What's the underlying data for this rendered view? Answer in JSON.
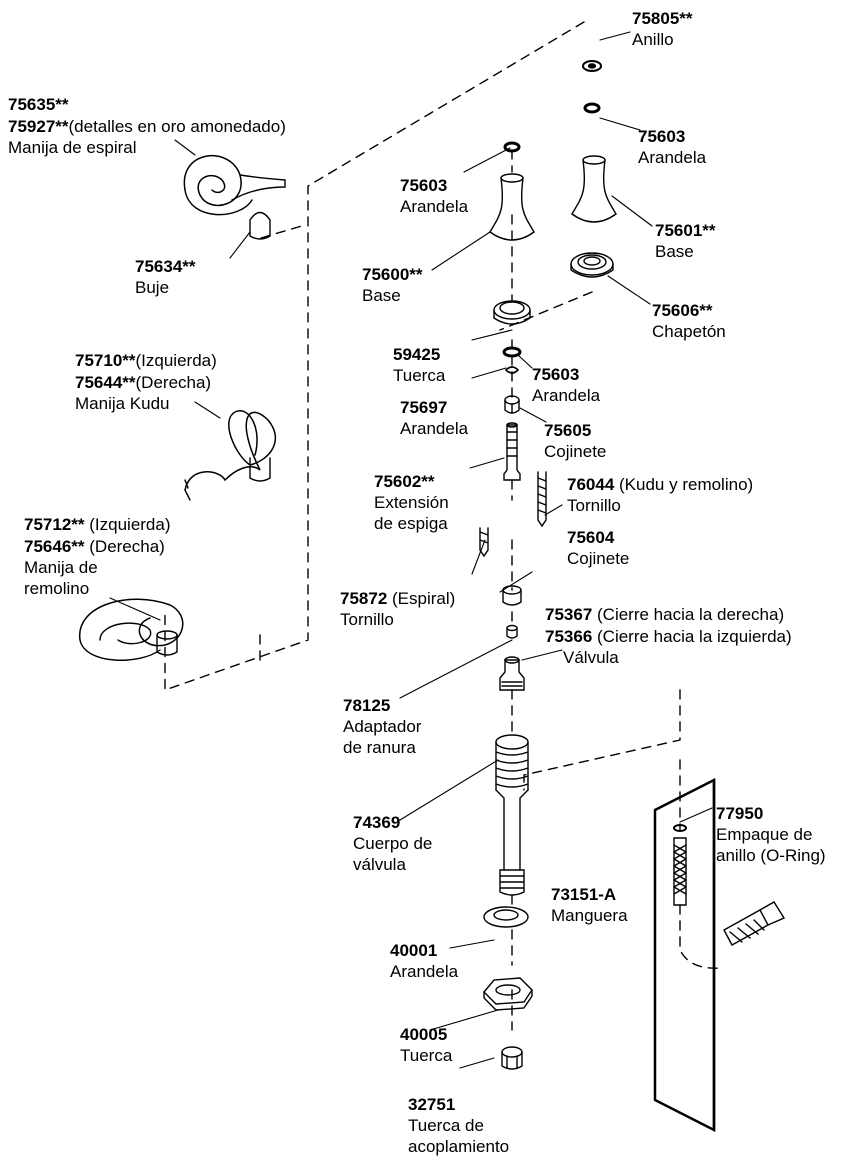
{
  "parts": [
    {
      "id": "p75805",
      "number": "75805**",
      "lines": [
        "Anillo"
      ]
    },
    {
      "id": "p75603a",
      "number": "75603",
      "lines": [
        "Arandela"
      ]
    },
    {
      "id": "p75603b",
      "number": "75603",
      "lines": [
        "Arandela"
      ]
    },
    {
      "id": "p75601",
      "number": "75601**",
      "lines": [
        "Base"
      ]
    },
    {
      "id": "p75600",
      "number": "75600**",
      "lines": [
        "Base"
      ]
    },
    {
      "id": "p75606",
      "number": "75606**",
      "lines": [
        "Chapetón"
      ]
    },
    {
      "id": "p59425",
      "number": "59425",
      "lines": [
        "Tuerca"
      ]
    },
    {
      "id": "p75603c",
      "number": "75603",
      "lines": [
        "Arandela"
      ]
    },
    {
      "id": "p75697",
      "number": "75697",
      "lines": [
        "Arandela"
      ]
    },
    {
      "id": "p75605",
      "number": "75605",
      "lines": [
        "Cojinete"
      ]
    },
    {
      "id": "p75602",
      "number": "75602**",
      "lines": [
        "Extensión",
        "de espiga"
      ]
    },
    {
      "id": "p76044",
      "number": "76044",
      "suffix": "(Kudu y remolino)",
      "lines": [
        "Tornillo"
      ]
    },
    {
      "id": "p75604",
      "number": "75604",
      "lines": [
        "Cojinete"
      ]
    },
    {
      "id": "p75872",
      "number": "75872",
      "suffix": "(Espiral)",
      "lines": [
        "Tornillo"
      ]
    },
    {
      "id": "p75367",
      "number": "75367",
      "suffix": "(Cierre hacia la derecha)",
      "lines": []
    },
    {
      "id": "p75366",
      "number": "75366",
      "suffix": "(Cierre hacia la izquierda)",
      "lines": [
        "Válvula"
      ]
    },
    {
      "id": "p78125",
      "number": "78125",
      "lines": [
        "Adaptador",
        "de ranura"
      ]
    },
    {
      "id": "p74369",
      "number": "74369",
      "lines": [
        "Cuerpo de",
        "válvula"
      ]
    },
    {
      "id": "p77950",
      "number": "77950",
      "lines": [
        "Empaque de",
        "anillo (O-Ring)"
      ]
    },
    {
      "id": "p73151",
      "number": "73151-A",
      "lines": [
        "Manguera"
      ]
    },
    {
      "id": "p40001",
      "number": "40001",
      "lines": [
        "Arandela"
      ]
    },
    {
      "id": "p40005",
      "number": "40005",
      "lines": [
        "Tuerca"
      ]
    },
    {
      "id": "p32751",
      "number": "32751",
      "lines": [
        "Tuerca de",
        "acoplamiento"
      ]
    },
    {
      "id": "p75635",
      "number": "75635**",
      "lines": []
    },
    {
      "id": "p75927",
      "number": "75927**",
      "suffix": "(detalles en oro amonedado)",
      "lines": [
        "Manija de espiral"
      ]
    },
    {
      "id": "p75634",
      "number": "75634**",
      "lines": [
        "Buje"
      ]
    },
    {
      "id": "p75710",
      "number": "75710**",
      "suffix": "(Izquierda)",
      "lines": []
    },
    {
      "id": "p75644",
      "number": "75644**",
      "suffix": "(Derecha)",
      "lines": [
        "Manija Kudu"
      ]
    },
    {
      "id": "p75712",
      "number": "75712**",
      "suffix": "(Izquierda)",
      "lines": []
    },
    {
      "id": "p75646",
      "number": "75646**",
      "suffix": "(Derecha)",
      "lines": [
        "Manija de",
        "remolino"
      ]
    }
  ]
}
